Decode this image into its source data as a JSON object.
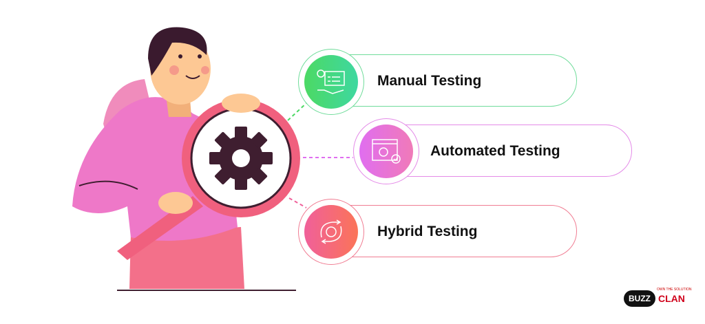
{
  "items": [
    {
      "label": "Manual Testing",
      "icon": "manual-testing-icon",
      "color_from": "#4cd964",
      "color_to": "#3ed8a0",
      "border": "#6fdc9a"
    },
    {
      "label": "Automated Testing",
      "icon": "automated-testing-icon",
      "color_from": "#e06ef0",
      "color_to": "#f07ab8",
      "border": "#e48ae8"
    },
    {
      "label": "Hybrid Testing",
      "icon": "hybrid-testing-icon",
      "color_from": "#f0609a",
      "color_to": "#fb7458",
      "border": "#f07c92"
    }
  ],
  "logo": {
    "brand": "BUZZ CLAN",
    "tagline": "Own the Solution"
  },
  "colors": {
    "hoodie": "#ee78c8",
    "magnifier_ring": "#f0607e",
    "gear": "#3f1e30",
    "skin": "#fdc894",
    "hair": "#3a1a2e"
  }
}
